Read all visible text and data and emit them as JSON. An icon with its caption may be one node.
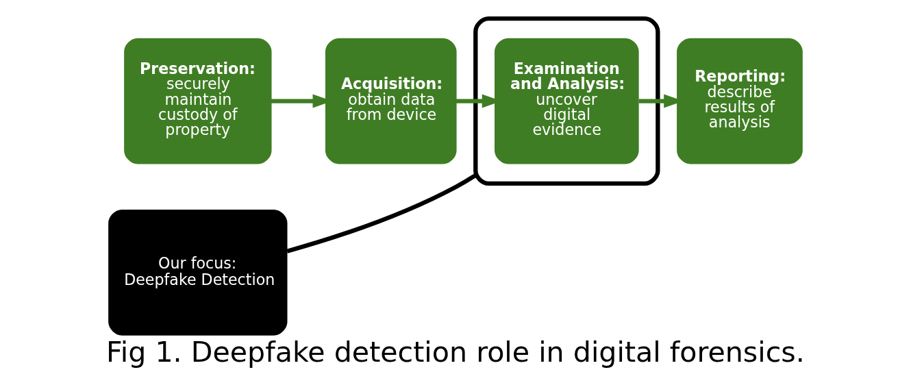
{
  "diagram": {
    "caption": "Fig 1. Deepfake detection role in digital forensics.",
    "nodes": [
      {
        "text": [
          "Preservation:",
          "securely maintain custody of property"
        ]
      },
      {
        "text": [
          "Acquisition:",
          "obtain data from device"
        ]
      },
      {
        "text": [],
        "shape": "ellipse"
      },
      {
        "text": [
          "Examination and Analysis:",
          "uncover digital evidence"
        ],
        "in": 2
      },
      {
        "text": [
          "Reporting:",
          "describe results of analysis"
        ]
      },
      {
        "text": [
          "Our focus:",
          "Deepfake Detection"
        ]
      }
    ],
    "edges": [
      {
        "from": 0,
        "to": 1,
        "arrow": "to"
      },
      {
        "from": 1,
        "to": 3,
        "arrow": "to"
      },
      {
        "from": 3,
        "to": 4,
        "arrow": "to"
      },
      {
        "from": 5,
        "to": 2,
        "arrow": "none",
        "color": "#000000"
      }
    ]
  }
}
